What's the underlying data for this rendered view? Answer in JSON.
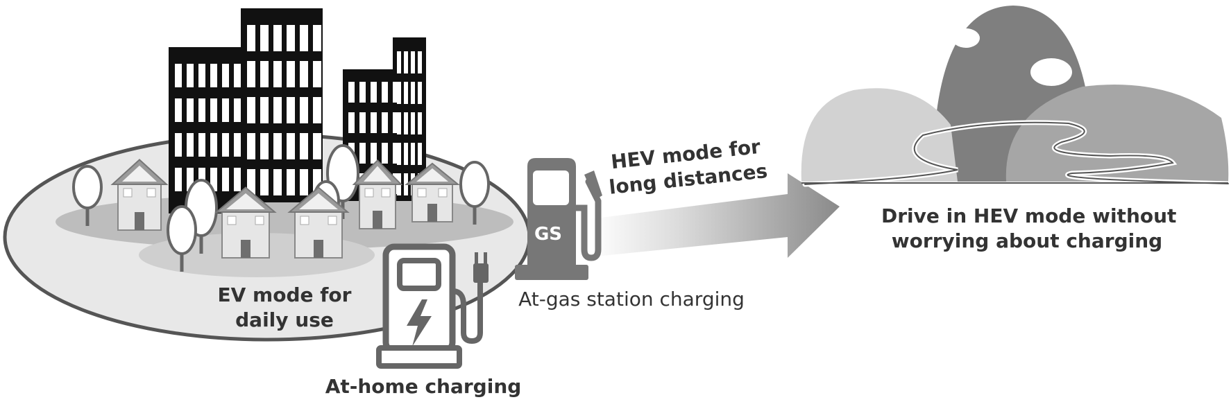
{
  "labels": {
    "ev_mode": [
      "EV mode for",
      "daily use"
    ],
    "home_charging": "At-home charging",
    "gas_station_charging": "At-gas station charging",
    "hev_long": [
      "HEV mode for",
      "long distances"
    ],
    "drive_hev": [
      "Drive in HEV mode without",
      "worrying about charging"
    ],
    "gas_pump_text": "GS"
  },
  "icons": {
    "city": "city-buildings-icon",
    "houses": "house-icon",
    "trees": "tree-icon",
    "home_charger": "ev-charger-icon",
    "gas_pump": "gas-pump-icon",
    "arrow": "arrow-right-icon",
    "mountains": "mountain-road-icon"
  },
  "colors": {
    "outline": "#555555",
    "ellipse_fill": "#e6e6e6",
    "building": "#111111",
    "pump": "#777777",
    "mountain_dark": "#7f7f7f",
    "mountain_mid": "#a8a8a8",
    "mountain_light": "#cfcfcf"
  }
}
